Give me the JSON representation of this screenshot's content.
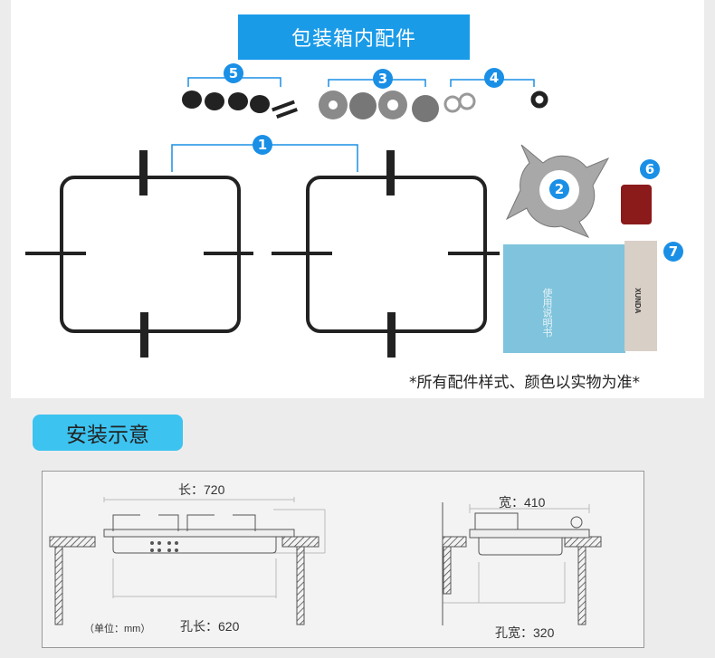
{
  "header": {
    "title": "包装箱内配件"
  },
  "parts": {
    "badges": [
      "1",
      "2",
      "3",
      "4",
      "5",
      "6",
      "7"
    ],
    "manual_text": "使用说明书",
    "brand_text": "XUNDA"
  },
  "note": "*所有配件样式、颜色以实物为准*",
  "install": {
    "title": "安装示意",
    "length": "长：720",
    "hole_length": "孔长：620",
    "unit": "（单位：mm）",
    "width": "宽：410",
    "hole_width": "孔宽：320"
  },
  "colors": {
    "accent": "#1a9be8",
    "section": "#3cc3f0"
  }
}
